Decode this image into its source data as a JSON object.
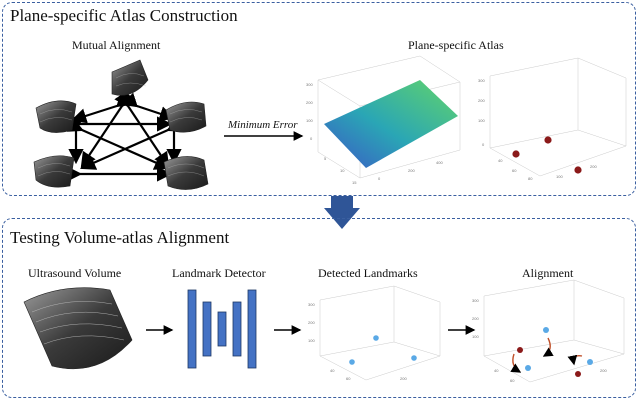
{
  "top_panel": {
    "title": "Plane-specific Atlas Construction",
    "mutual_alignment_label": "Mutual Alignment",
    "minimum_error_label": "Minimum Error",
    "atlas_label": "Plane-specific Atlas"
  },
  "bottom_panel": {
    "title": "Testing Volume-atlas Alignment",
    "ultrasound_label": "Ultrasound Volume",
    "detector_label": "Landmark Detector",
    "detected_label": "Detected Landmarks",
    "alignment_label": "Alignment"
  },
  "colors": {
    "border": "#3a5fa0",
    "connector_arrow": "#2f5597",
    "atlas_point": "#8b1a1a",
    "detected_point": "#5aa9e6",
    "detector_block": "#4472c4",
    "rotation_arrow": "#c0502a"
  }
}
